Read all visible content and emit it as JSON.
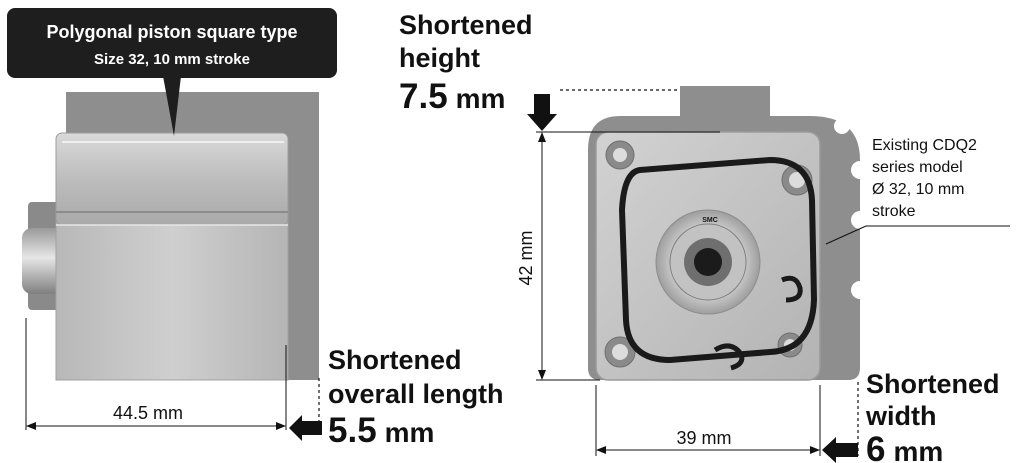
{
  "callout": {
    "title": "Polygonal piston square type",
    "subtitle": "Size 32, 10 mm stroke"
  },
  "left_view": {
    "length_dimension": "44.5 mm",
    "shortened_label_line1": "Shortened",
    "shortened_label_line2": "overall length",
    "shortened_value_number": "5.5",
    "shortened_value_unit": "mm"
  },
  "right_view": {
    "height_label_line1": "Shortened",
    "height_label_line2": "height",
    "height_value_number": "7.5",
    "height_value_unit": "mm",
    "height_dimension": "42 mm",
    "width_dimension": "39 mm",
    "width_label_line1": "Shortened",
    "width_label_line2": "width",
    "width_value_number": "6",
    "width_value_unit": "mm",
    "existing_model_lines": [
      "Existing CDQ2",
      "series model",
      "Ø 32, 10 mm",
      "stroke"
    ],
    "brand_mark": "SMC"
  },
  "colors": {
    "callout_bg": "#1e1e1e",
    "old_model_gray": "#8e8e8e",
    "body_silver": "#c4c4c4",
    "text": "#111111"
  }
}
